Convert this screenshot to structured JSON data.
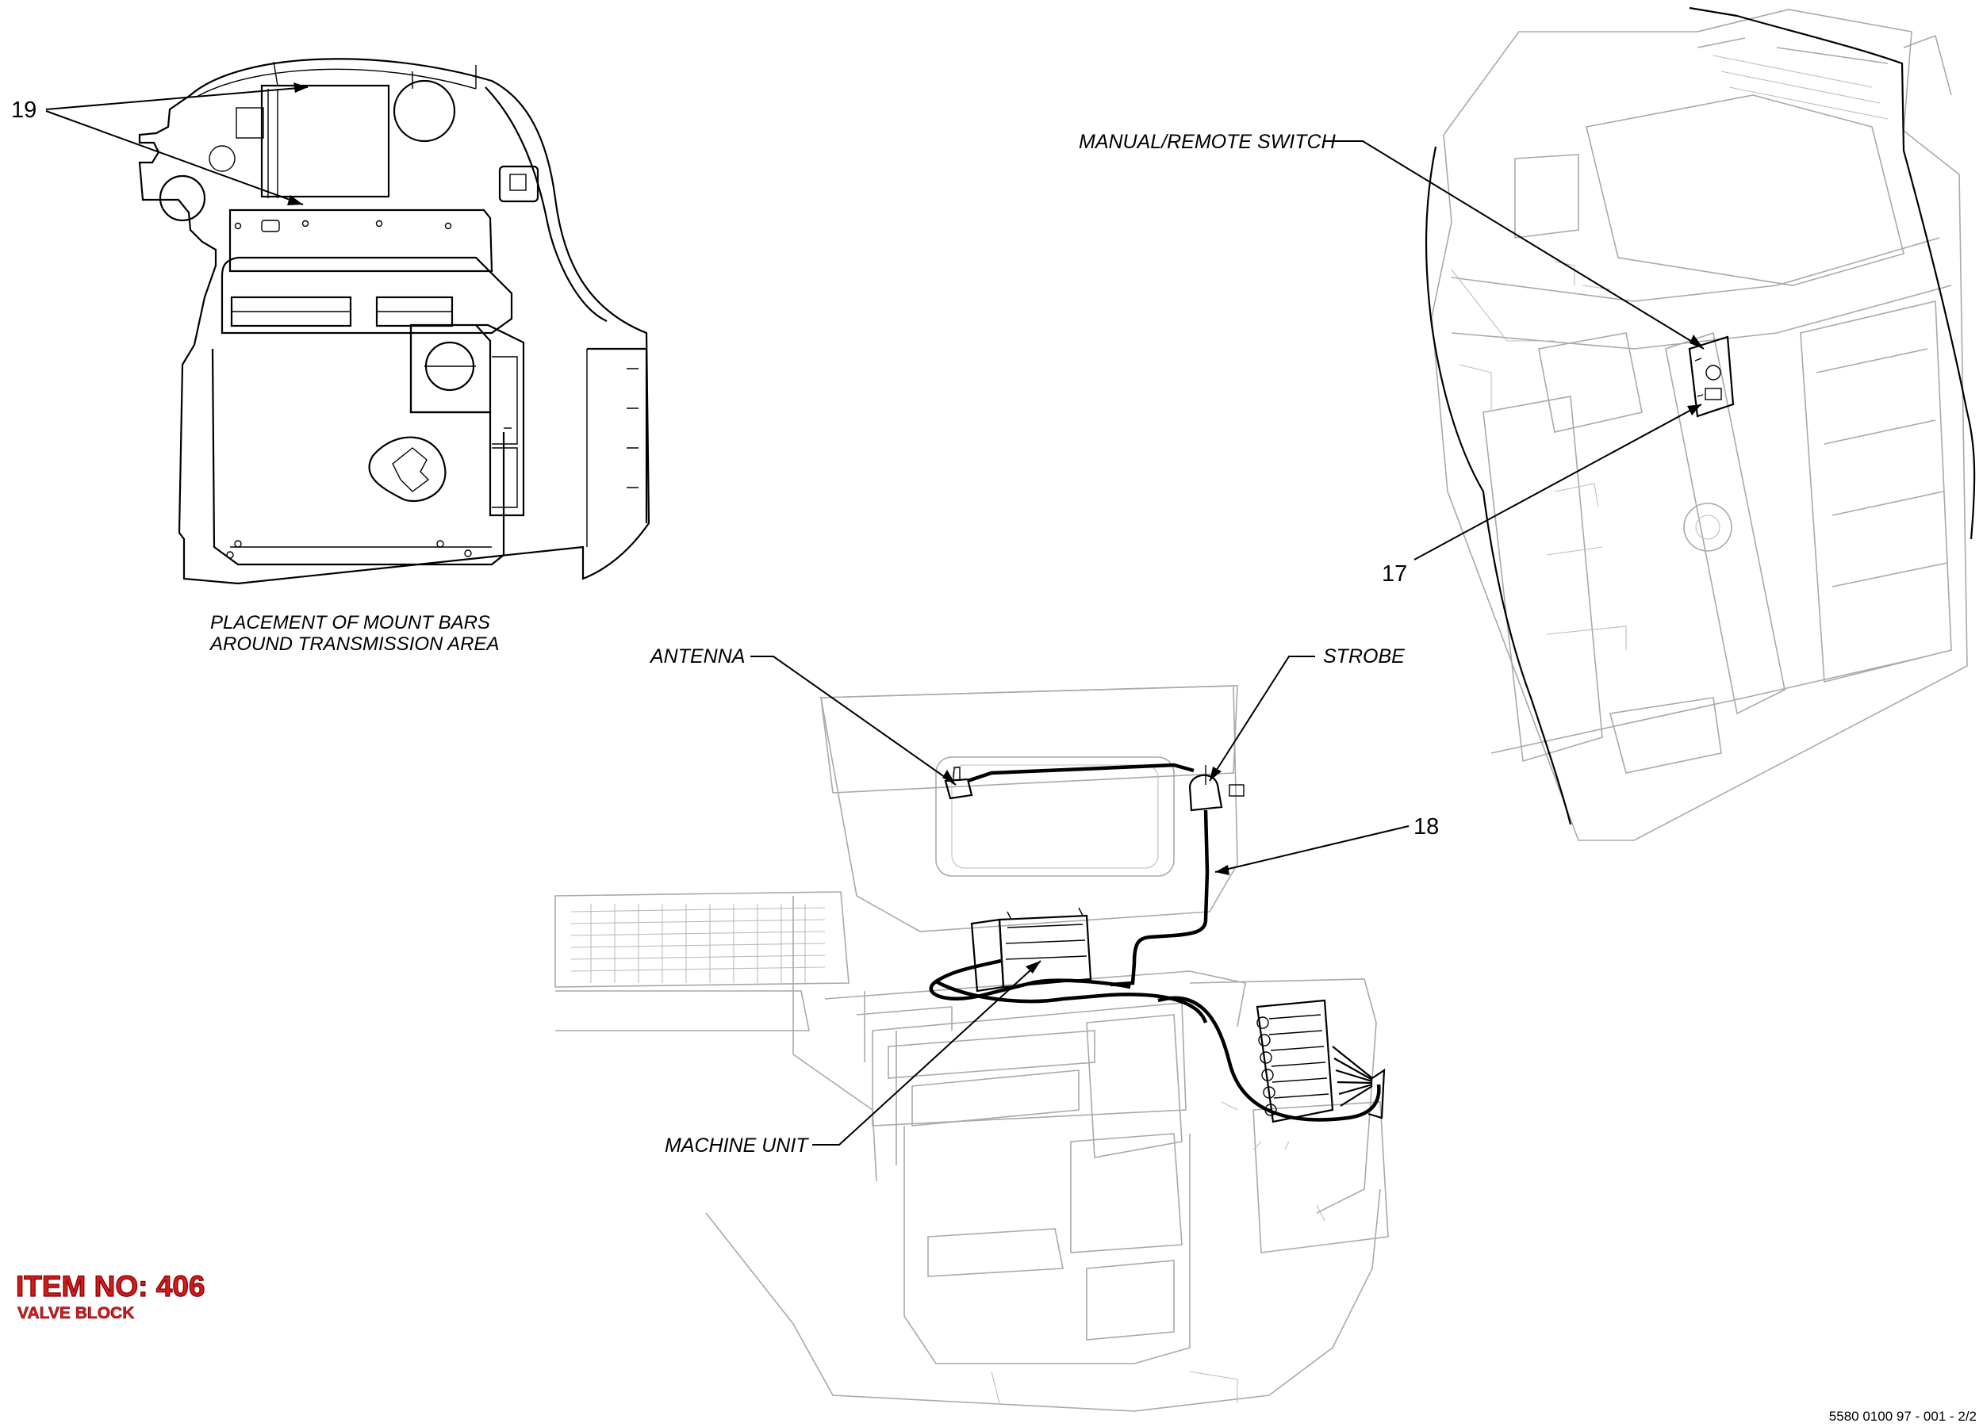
{
  "callouts": {
    "item_19": "19",
    "manual_remote_switch": "MANUAL/REMOTE SWITCH",
    "item_17": "17",
    "antenna": "ANTENNA",
    "strobe": "STROBE",
    "item_18": "18",
    "machine_unit": "MACHINE UNIT"
  },
  "caption": {
    "line1": "PLACEMENT OF MOUNT BARS",
    "line2": "AROUND TRANSMISSION AREA"
  },
  "item_stamp": {
    "title": "ITEM NO: 406",
    "subtitle": "VALVE BLOCK",
    "color": "#d01c1c"
  },
  "document_ref": "5580 0100 97 - 001 - 2/2"
}
